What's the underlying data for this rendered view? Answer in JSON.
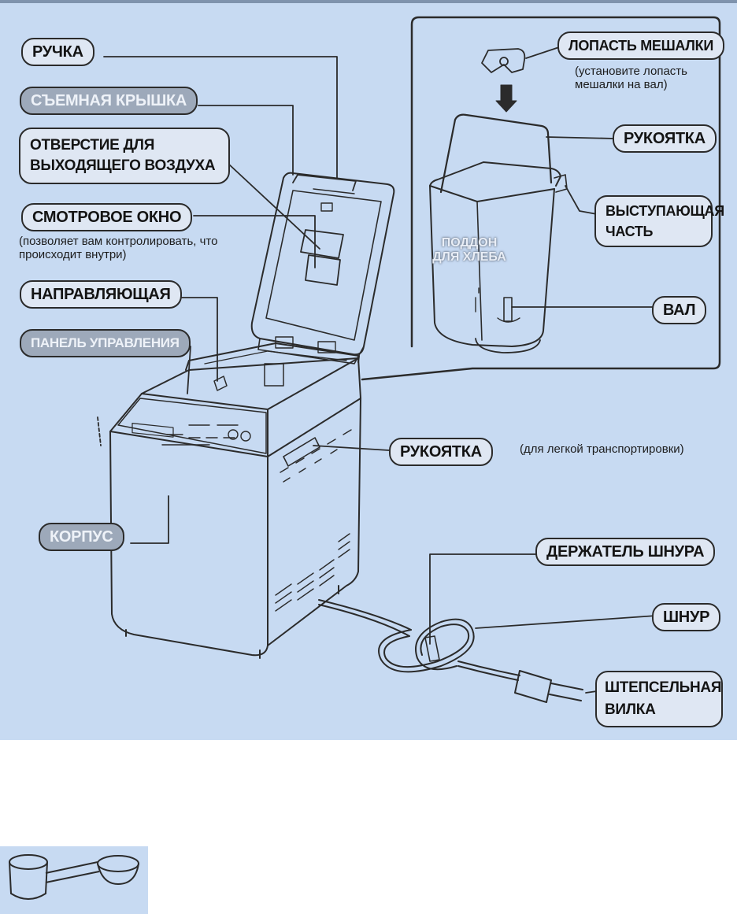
{
  "labels": {
    "handle_top": "РУЧКА",
    "removable_lid": "СЪЕМНАЯ КРЫШКА",
    "air_vent": "ОТВЕРСТИЕ ДЛЯ ВЫХОДЯЩЕГО ВОЗДУХА",
    "view_window": "СМОТРОВОЕ ОКНО",
    "view_window_note": "(позволяет вам контролировать, что происходит внутри)",
    "guide": "НАПРАВЛЯЮЩАЯ",
    "control_panel": "ПАНЕЛЬ УПРАВЛЕНИЯ",
    "body": "КОРПУС",
    "kneading_blade": "ЛОПАСТЬ МЕШАЛКИ",
    "kneading_blade_note": "(установите лопасть мешалки на вал)",
    "pan_handle": "РУКОЯТКА",
    "protrusion": "ВЫСТУПАЮЩАЯ ЧАСТЬ",
    "bread_pan": "ПОДДОН ДЛЯ ХЛЕБА",
    "shaft": "ВАЛ",
    "carry_handle": "РУКОЯТКА",
    "carry_handle_note": "(для легкой транспортировки)",
    "cord_holder": "ДЕРЖАТЕЛЬ ШНУРА",
    "cord": "ШНУР",
    "plug": "ШТЕПСЕЛЬНАЯ ВИЛКА"
  },
  "colors": {
    "panel_background": "#c7daf2",
    "label_fill": "#dfe7f3",
    "shaded_label_fill": "#9da9ba",
    "line": "#2b2b2b"
  }
}
